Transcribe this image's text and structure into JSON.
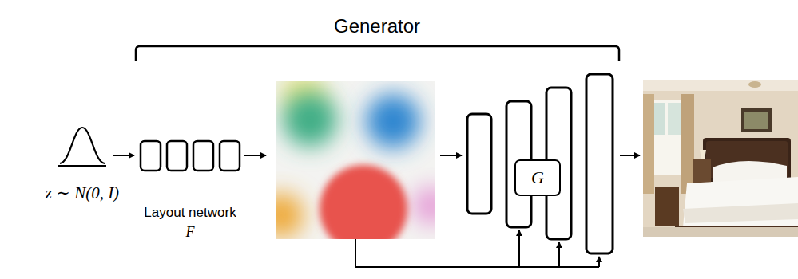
{
  "diagram": {
    "title": "Generator",
    "nodes": [
      {
        "text": [
          "Layout network",
          "F"
        ]
      },
      {
        "text": [
          "G"
        ]
      }
    ],
    "labels": [
      "z ∼ N(0, I)"
    ]
  }
}
